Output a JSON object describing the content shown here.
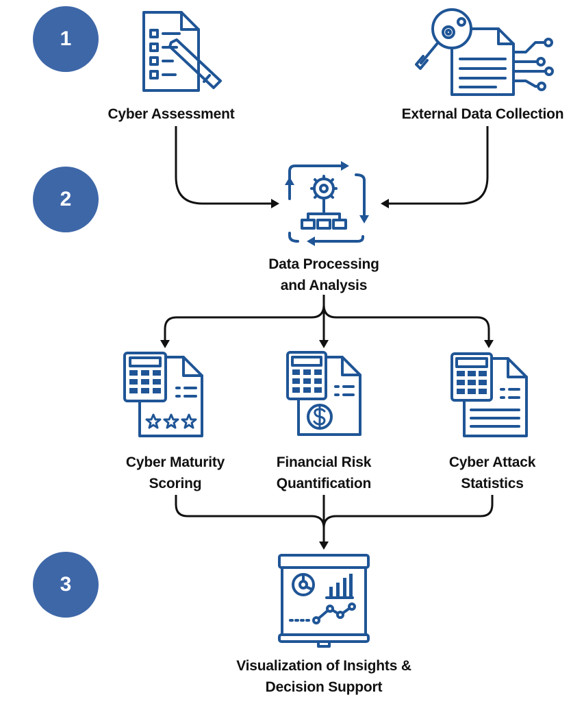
{
  "steps": [
    "1",
    "2",
    "3"
  ],
  "nodes": {
    "cyber_assessment": "Cyber Assessment",
    "external_data": "External Data Collection",
    "processing_l1": "Data Processing",
    "processing_l2": "and Analysis",
    "maturity_l1": "Cyber Maturity",
    "maturity_l2": "Scoring",
    "financial_l1": "Financial Risk",
    "financial_l2": "Quantification",
    "attack_l1": "Cyber Attack",
    "attack_l2": "Statistics",
    "viz_l1": "Visualization of Insights &",
    "viz_l2": "Decision Support"
  },
  "icons": [
    "checklist-pencil-icon",
    "magnifier-gears-document-circuit-icon",
    "gear-flowchart-cycle-icon",
    "calculator-document-stars-icon",
    "calculator-document-dollar-icon",
    "calculator-document-lines-icon",
    "presentation-board-chart-icon"
  ],
  "colors": {
    "step_circle": "#3e67a8",
    "icon": "#1f5596",
    "connector": "#111111"
  }
}
